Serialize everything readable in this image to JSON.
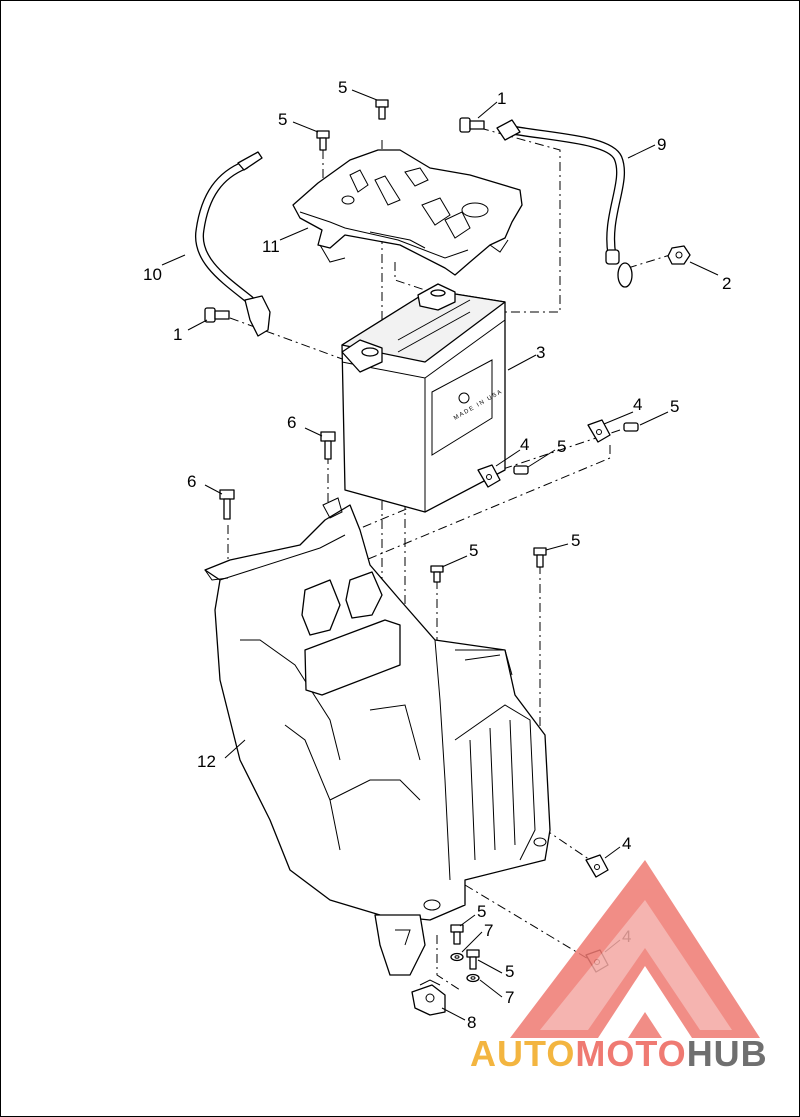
{
  "diagram": {
    "callouts": {
      "c1a": "1",
      "c1b": "1",
      "c2": "2",
      "c3": "3",
      "c4a": "4",
      "c4b": "4",
      "c4c": "4",
      "c4d": "4",
      "c5a": "5",
      "c5b": "5",
      "c5c": "5",
      "c5d": "5",
      "c5e": "5",
      "c5f": "5",
      "c5g": "5",
      "c5h": "5",
      "c6a": "6",
      "c6b": "6",
      "c7a": "7",
      "c7b": "7",
      "c8": "8",
      "c9": "9",
      "c10": "10",
      "c11": "11",
      "c12": "12"
    },
    "battery_label": "MADE IN USA"
  },
  "watermark": {
    "part1": "AUTO",
    "part2": "MOTO",
    "part3": "HUB",
    "colors": {
      "auto": "#f3b540",
      "moto": "#ef7a72",
      "hub": "#6f6f6f",
      "triangle": "#ef7a72"
    }
  }
}
